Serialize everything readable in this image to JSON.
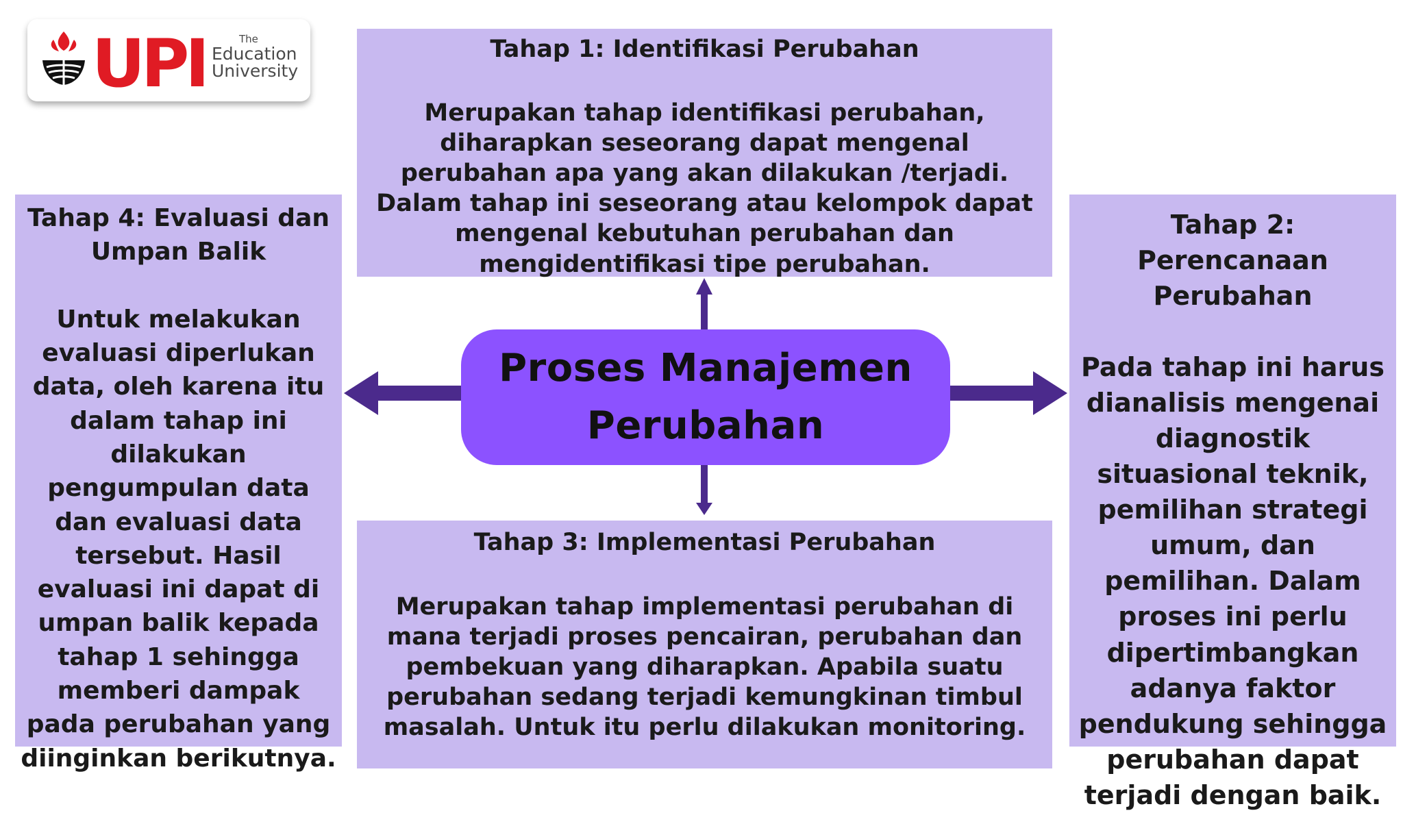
{
  "logo": {
    "wordmark": "UPI",
    "tagline_the": "The",
    "tagline_education": "Education",
    "tagline_university": "University",
    "colors": {
      "red": "#e01b24",
      "black": "#111111"
    }
  },
  "center": {
    "title_line1": "Proses Manajemen",
    "title_line2": "Perubahan",
    "color": "#8c52ff"
  },
  "stages": {
    "tahap1": {
      "title": "Tahap 1: Identifikasi Perubahan",
      "body": "Merupakan tahap identifikasi perubahan, diharapkan seseorang dapat mengenal perubahan apa yang akan dilakukan /terjadi. Dalam tahap ini seseorang atau kelompok dapat mengenal kebutuhan perubahan dan mengidentifikasi tipe perubahan."
    },
    "tahap2": {
      "title": "Tahap 2: Perencanaan Perubahan",
      "body": "Pada tahap ini harus dianalisis mengenai diagnostik situasional teknik, pemilihan strategi umum, dan pemilihan. Dalam proses ini perlu dipertimbangkan adanya faktor pendukung sehingga perubahan dapat terjadi dengan baik."
    },
    "tahap3": {
      "title": "Tahap 3: Implementasi Perubahan",
      "body": "Merupakan tahap implementasi perubahan di mana terjadi proses pencairan, perubahan dan pembekuan yang diharapkan. Apabila suatu perubahan sedang terjadi kemungkinan timbul masalah. Untuk itu perlu dilakukan monitoring."
    },
    "tahap4": {
      "title": "Tahap 4: Evaluasi dan Umpan Balik",
      "body": "Untuk melakukan evaluasi diperlukan data, oleh karena itu dalam tahap ini dilakukan pengumpulan data dan evaluasi data tersebut. Hasil evaluasi ini dapat di umpan balik kepada tahap 1 sehingga memberi dampak pada perubahan yang diinginkan berikutnya."
    }
  },
  "colors": {
    "box_fill": "#c8b9f0",
    "arrow": "#4b2a8c",
    "text": "#1a1a1a"
  }
}
